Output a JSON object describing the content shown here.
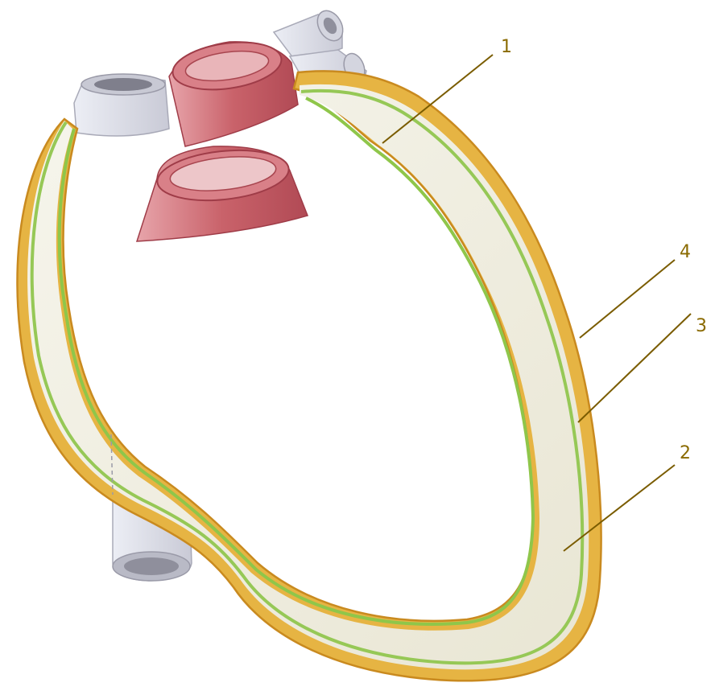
{
  "diagram": {
    "callouts": [
      {
        "id": "callout-1",
        "label": "1"
      },
      {
        "id": "callout-2",
        "label": "2"
      },
      {
        "id": "callout-3",
        "label": "3"
      },
      {
        "id": "callout-4",
        "label": "4"
      }
    ],
    "colors": {
      "outer_layer": "#e8b94a",
      "outer_layer_dark": "#c98a1f",
      "inner_layer": "#9ccc55",
      "cavity_fill": "#f1efe2",
      "vessel_red": "#c25c63",
      "vessel_red_light": "#e09aa0",
      "vessel_gray": "#d9d9e3",
      "leader": "#7a5c00",
      "label": "#8a6a00"
    }
  }
}
